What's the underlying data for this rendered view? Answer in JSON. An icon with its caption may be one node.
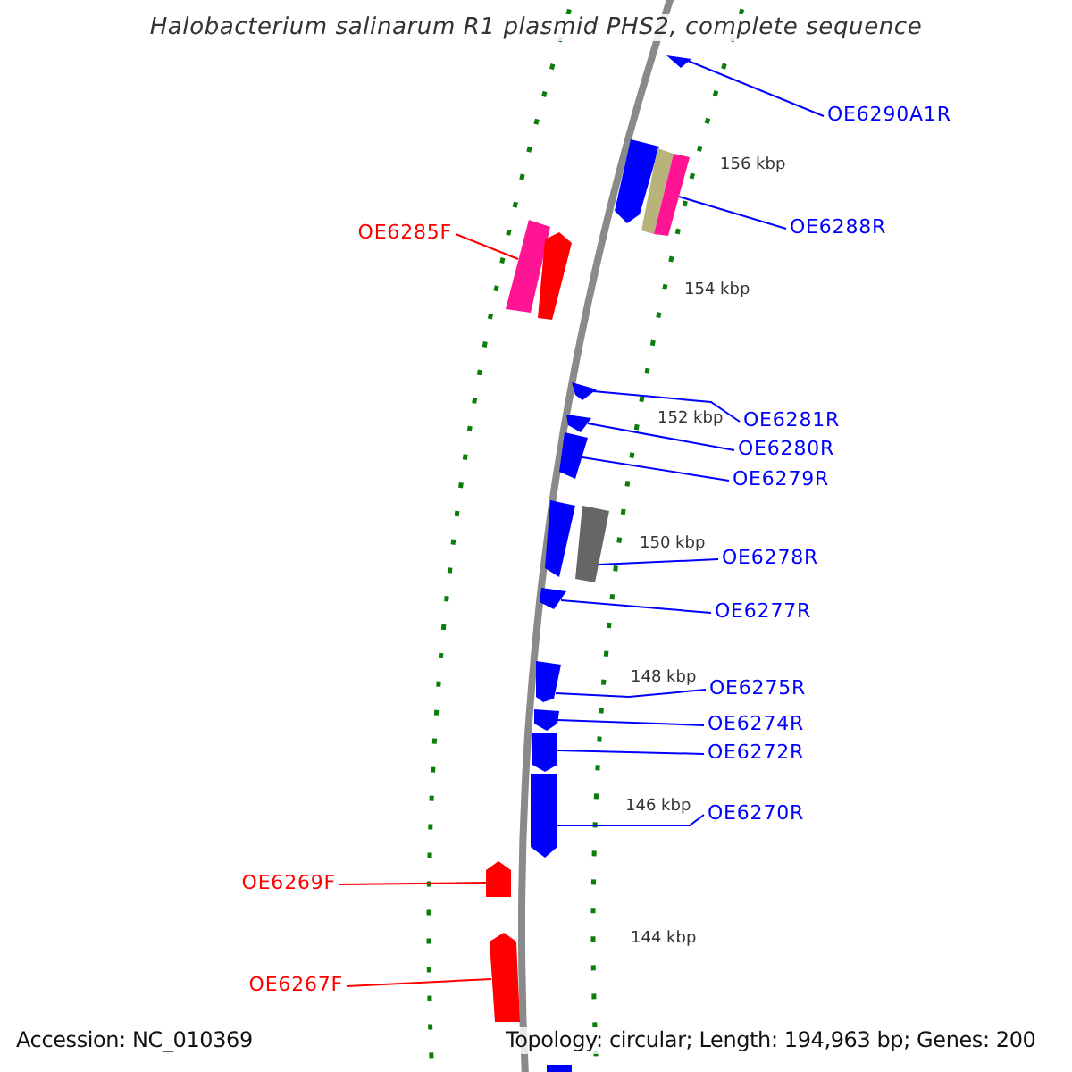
{
  "diagram": {
    "title": "Halobacterium salinarum R1 plasmid PHS2, complete sequence",
    "nodes": [
      {
        "text": [
          "OE6290A1R"
        ]
      },
      {
        "text": [
          "OE6288R"
        ]
      },
      {
        "text": [
          "OE6285F"
        ]
      },
      {
        "text": [
          "OE6281R"
        ]
      },
      {
        "text": [
          "OE6280R"
        ]
      },
      {
        "text": [
          "OE6279R"
        ]
      },
      {
        "text": [
          "OE6278R"
        ]
      },
      {
        "text": [
          "OE6277R"
        ]
      },
      {
        "text": [
          "OE6275R"
        ]
      },
      {
        "text": [
          "OE6274R"
        ]
      },
      {
        "text": [
          "OE6272R"
        ]
      },
      {
        "text": [
          "OE6270R"
        ]
      },
      {
        "text": [
          "OE6269F"
        ]
      },
      {
        "text": [
          "OE6267F"
        ]
      },
      {
        "text": [],
        "shape": "bar"
      },
      {
        "text": [],
        "shape": "bar"
      },
      {
        "text": [],
        "shape": "bar"
      },
      {
        "text": [],
        "shape": "bar"
      },
      {
        "text": [],
        "shape": "bar"
      },
      {
        "text": [],
        "shape": "bar"
      },
      {
        "text": [],
        "shape": "bar"
      },
      {
        "text": [],
        "shape": "bar"
      },
      {
        "text": [],
        "shape": "bar"
      },
      {
        "text": [],
        "shape": "bar"
      },
      {
        "text": [],
        "shape": "bar"
      },
      {
        "text": [],
        "shape": "bar"
      },
      {
        "text": [],
        "shape": "bar"
      },
      {
        "text": [],
        "shape": "bar"
      },
      {
        "text": [],
        "shape": "bar"
      },
      {
        "text": [],
        "shape": "bar"
      },
      {
        "text": [],
        "shape": "bar"
      },
      {
        "text": [],
        "shape": "bar"
      },
      {
        "text": [],
        "shape": "bar"
      }
    ],
    "edges": [
      {
        "from": 0,
        "to": 14,
        "arrow": "none"
      },
      {
        "from": 1,
        "to": 17,
        "arrow": "none"
      },
      {
        "from": 2,
        "to": 18,
        "arrow": "none",
        "color": "#ff0000"
      },
      {
        "from": 3,
        "to": 20,
        "arrow": "none"
      },
      {
        "from": 4,
        "to": 21,
        "arrow": "none"
      },
      {
        "from": 5,
        "to": 22,
        "arrow": "none"
      },
      {
        "from": 6,
        "to": 24,
        "arrow": "none"
      },
      {
        "from": 7,
        "to": 25,
        "arrow": "none"
      },
      {
        "from": 8,
        "to": 26,
        "arrow": "none"
      },
      {
        "from": 9,
        "to": 27,
        "arrow": "none"
      },
      {
        "from": 10,
        "to": 28,
        "arrow": "none"
      },
      {
        "from": 11,
        "to": 29,
        "arrow": "none"
      },
      {
        "from": 12,
        "to": 30,
        "arrow": "none",
        "color": "#ff0000"
      },
      {
        "from": 13,
        "to": 31,
        "arrow": "none",
        "color": "#ff0000"
      }
    ],
    "labels": [
      "156 kbp",
      "154 kbp",
      "152 kbp",
      "150 kbp",
      "148 kbp",
      "146 kbp",
      "144 kbp",
      "Accession: NC_010369",
      "Topology: circular; Length: 194,963 bp; Genes: 200"
    ]
  }
}
